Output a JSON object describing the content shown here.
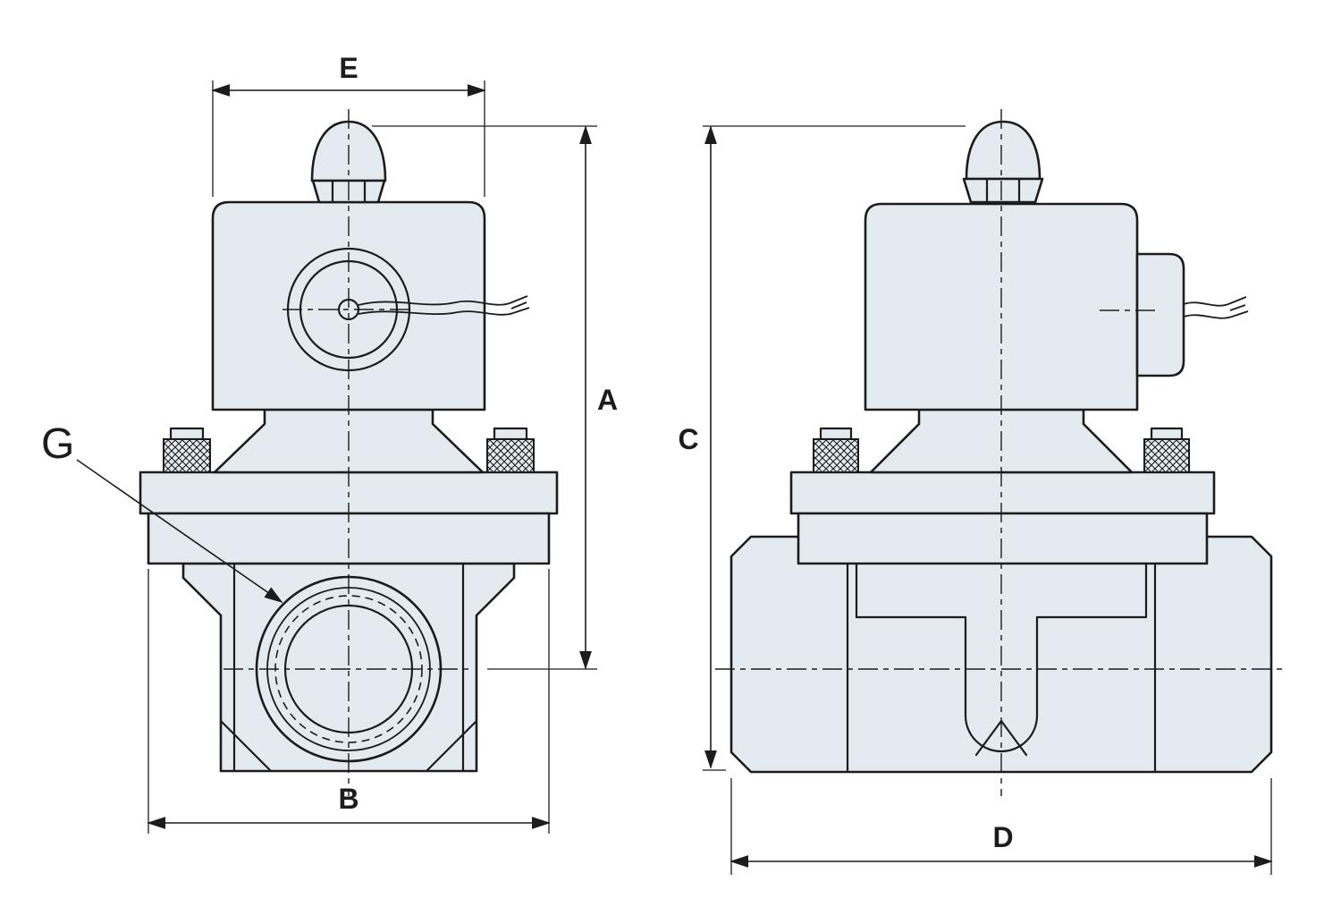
{
  "drawing": {
    "labels": {
      "dim_e": "E",
      "dim_a": "A",
      "dim_b": "B",
      "dim_c": "C",
      "dim_d": "D",
      "port_g": "G"
    }
  },
  "colors": {
    "line": "#1c1c1c",
    "fill": "#e3ebf1",
    "background": "#ffffff"
  }
}
